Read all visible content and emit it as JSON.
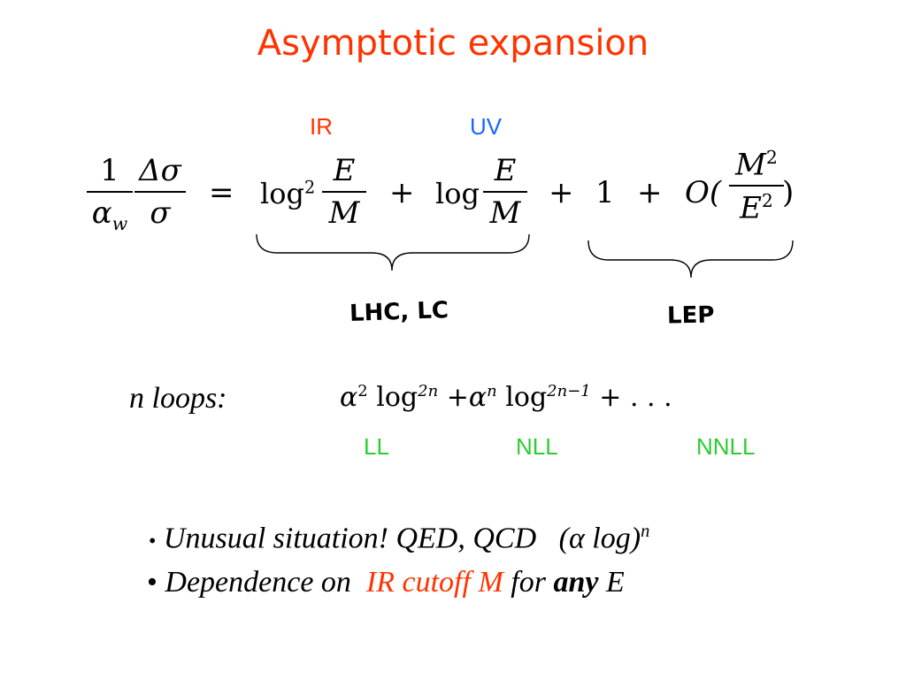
{
  "title": "Asymptotic expansion",
  "tags": {
    "ir": "IR",
    "uv": "UV"
  },
  "equation": {
    "lhs_one": "1",
    "lhs_alpha": "α",
    "lhs_w": "w",
    "lhs_delta_sigma": "Δσ",
    "lhs_sigma": "σ",
    "equals": "=",
    "log": "log",
    "sq": "2",
    "E": "E",
    "M": "M",
    "plus": "+",
    "one": "1",
    "O_open": "O(",
    "close": ")"
  },
  "brace_labels": {
    "left": "LHC, LC",
    "right": "LEP"
  },
  "loops": {
    "label": "n loops:",
    "alpha": "α",
    "log": "log",
    "exp_2": "2",
    "exp_2n": "2n",
    "exp_n": "n",
    "exp_2n_1": "2n−1",
    "plus": "+",
    "plus_dots": "+ . . .",
    "ll": "LL",
    "nll": "NLL",
    "nnll": "NNLL"
  },
  "bullets": {
    "b1_text": "Unusual situation! QED, QCD",
    "b1_paren": "(α log)",
    "b1_exp": "n",
    "b2_pre": "Dependence on",
    "b2_red": "IR cutoff M",
    "b2_for": "for",
    "b2_any": "any",
    "b2_E": "E",
    "dot": "•"
  },
  "colors": {
    "title": "#ff3300",
    "ir": "#ff3300",
    "uv": "#1a66ff",
    "order_labels": "#2ecc33"
  }
}
